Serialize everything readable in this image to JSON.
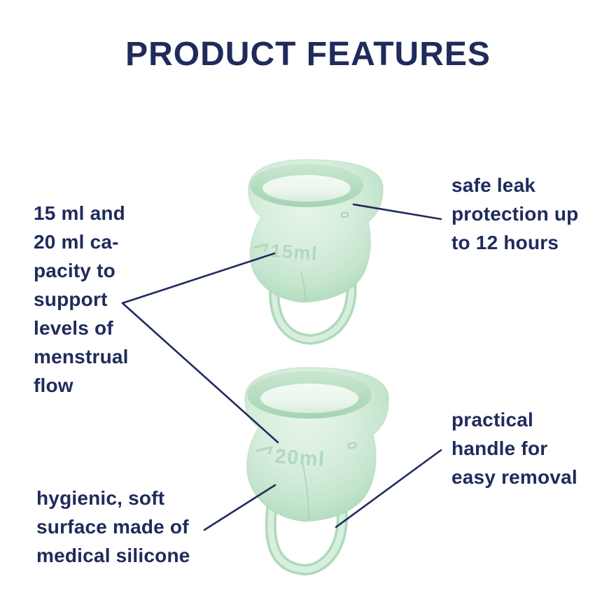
{
  "title": "PRODUCT FEATURES",
  "colors": {
    "text_navy": "#202b5c",
    "annotation_line": "#202b5c",
    "cup_green_light": "#e6f4e9",
    "cup_green_mid": "#cde8d4",
    "cup_green_edge": "#a9d6b5",
    "cup_marking": "#b2d9bd",
    "background": "#ffffff"
  },
  "annotations": {
    "capacity": "15 ml and\n20 ml ca-\npacity to\nsupport\nlevels of\nmenstrual\nflow",
    "leak_protection": "safe leak\nprotection up\nto 12 hours",
    "practical_handle": "practical\nhandle for\neasy removal",
    "hygienic_surface": "hygienic, soft\nsurface made of\nmedical silicone"
  },
  "cups": [
    {
      "name": "small cup",
      "marking": "15ml"
    },
    {
      "name": "large cup",
      "marking": "20ml"
    }
  ]
}
